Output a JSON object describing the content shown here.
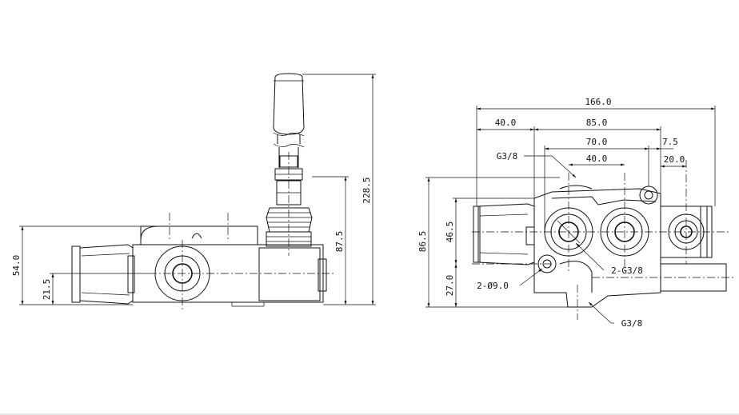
{
  "side_view": {
    "dims": {
      "overall_height": "228.5",
      "spool_height": "87.5",
      "body_height": "54.0",
      "port_height": "21.5"
    }
  },
  "front_view": {
    "dims": {
      "overall_width": "166.0",
      "left_offset": "40.0",
      "center_span": "85.0",
      "outer_span": "70.0",
      "inner_span": "40.0",
      "right_offset": "7.5",
      "right_width": "20.0",
      "total_height": "86.5",
      "mid_height": "46.5",
      "low_height": "27.0"
    },
    "callouts": {
      "port_top": "G3/8",
      "port_side": "2-G3/8",
      "holes": "2-Ø9.0",
      "port_bottom": "G3/8"
    }
  }
}
